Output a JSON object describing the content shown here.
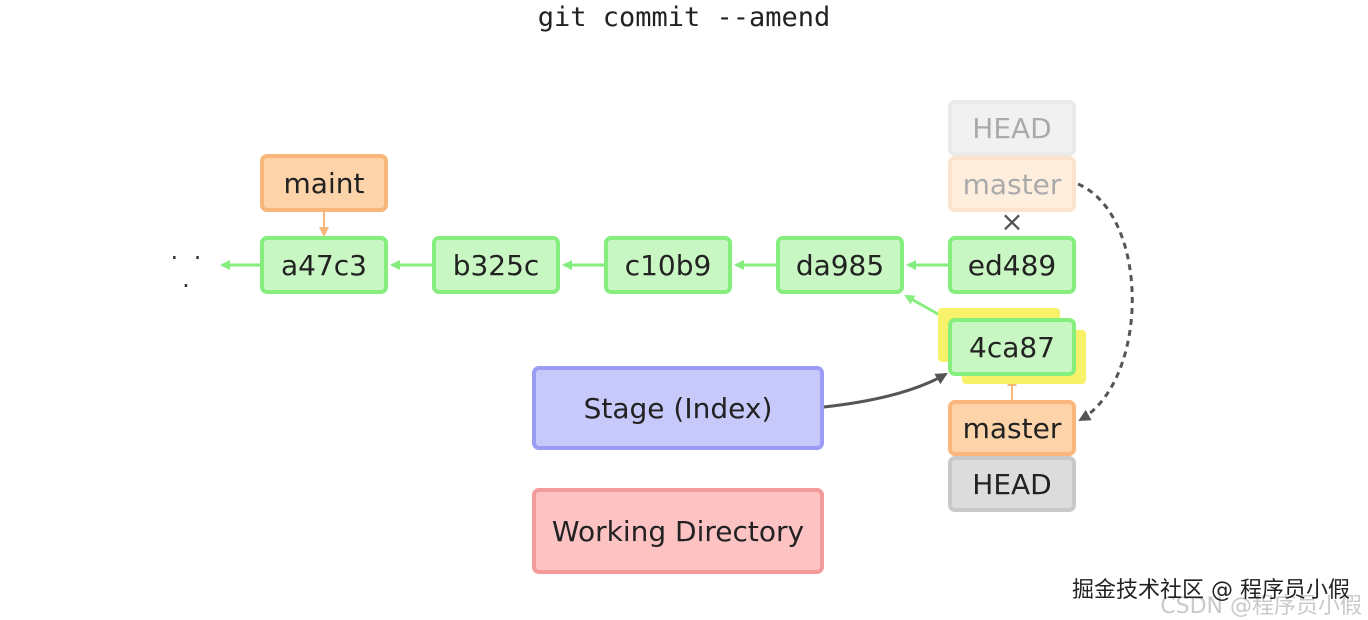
{
  "title": "git commit --amend",
  "ellipsis": "· · ·",
  "commits": {
    "a47c3": "a47c3",
    "b325c": "b325c",
    "c10b9": "c10b9",
    "da985": "da985",
    "ed489": "ed489",
    "new": "4ca87"
  },
  "labels": {
    "maint": "maint",
    "old_head": "HEAD",
    "old_master": "master",
    "new_master": "master",
    "new_head": "HEAD",
    "stage": "Stage (Index)",
    "working_directory": "Working Directory",
    "removed_mark": "×"
  },
  "watermark": "掘金技术社区 @ 程序员小假",
  "watermark_faint": "CSDN @程序员小假",
  "colors": {
    "commit_fill": "#c9f7c3",
    "commit_border": "#86ee7c",
    "branch_fill": "#fdd3a9",
    "head_fill": "#dcdcdc",
    "stage_fill": "#c8c9fb",
    "workdir_fill": "#fdc3c3",
    "highlight": "#f7f26a",
    "arrow_green": "#86ee7c",
    "arrow_orange": "#f8b67a",
    "arrow_gray": "#555555"
  }
}
